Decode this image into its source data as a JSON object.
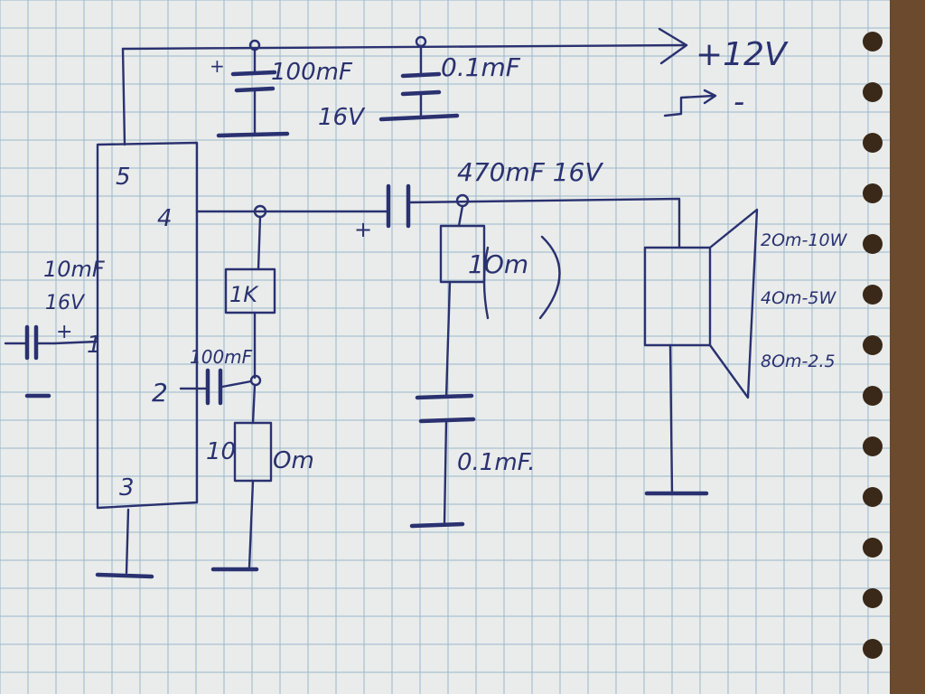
{
  "colors": {
    "paper": "#e9ecea",
    "grid": "#9cb6cc",
    "ink": "#2a3170",
    "background": "#6b4a2e"
  },
  "supply": {
    "positive": "+12V",
    "negative": "-"
  },
  "chip": {
    "pin5": "5",
    "pin4": "4",
    "pin1": "1",
    "pin2": "2",
    "pin3": "3"
  },
  "components": {
    "c_bulk_plus": "+",
    "c_bulk_value": "100mF",
    "c_bulk_voltage": "16V",
    "c_decouple_value": "0.1mF",
    "c_input_value": "10mF",
    "c_input_voltage": "16V",
    "c_input_plus": "+",
    "c_output_plus": "+",
    "c_output_value": "470mF 16V",
    "r_feedback_value": "1K",
    "c_feedback_value": "100mF",
    "r_ground_value": "10",
    "r_ground_suffix": "Om",
    "r_zobel_value": "1Om",
    "c_zobel_value": "0.1mF."
  },
  "speaker": {
    "rating_1": "2Om-10W",
    "rating_2": "4Om-5W",
    "rating_3": "8Om-2.5"
  }
}
